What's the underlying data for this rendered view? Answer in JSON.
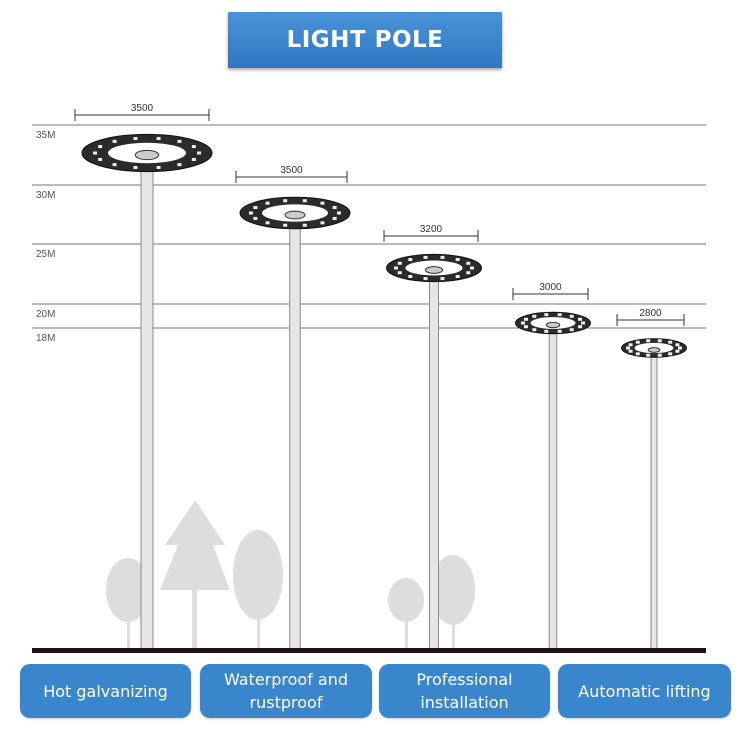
{
  "title": "LIGHT POLE",
  "heights": [
    "35M",
    "30M",
    "25M",
    "20M",
    "18M"
  ],
  "poles": [
    {
      "height": "35M",
      "width": "3500"
    },
    {
      "height": "30M",
      "width": "3500"
    },
    {
      "height": "25M",
      "width": "3200"
    },
    {
      "height": "20M",
      "width": "3000"
    },
    {
      "height": "18M",
      "width": "2800"
    }
  ],
  "features": [
    "Hot galvanizing",
    "Waterproof and rustproof",
    "Professional installation",
    "Automatic lifting"
  ],
  "colors": {
    "accent": "#3a86cc",
    "ground": "#1e1416"
  }
}
